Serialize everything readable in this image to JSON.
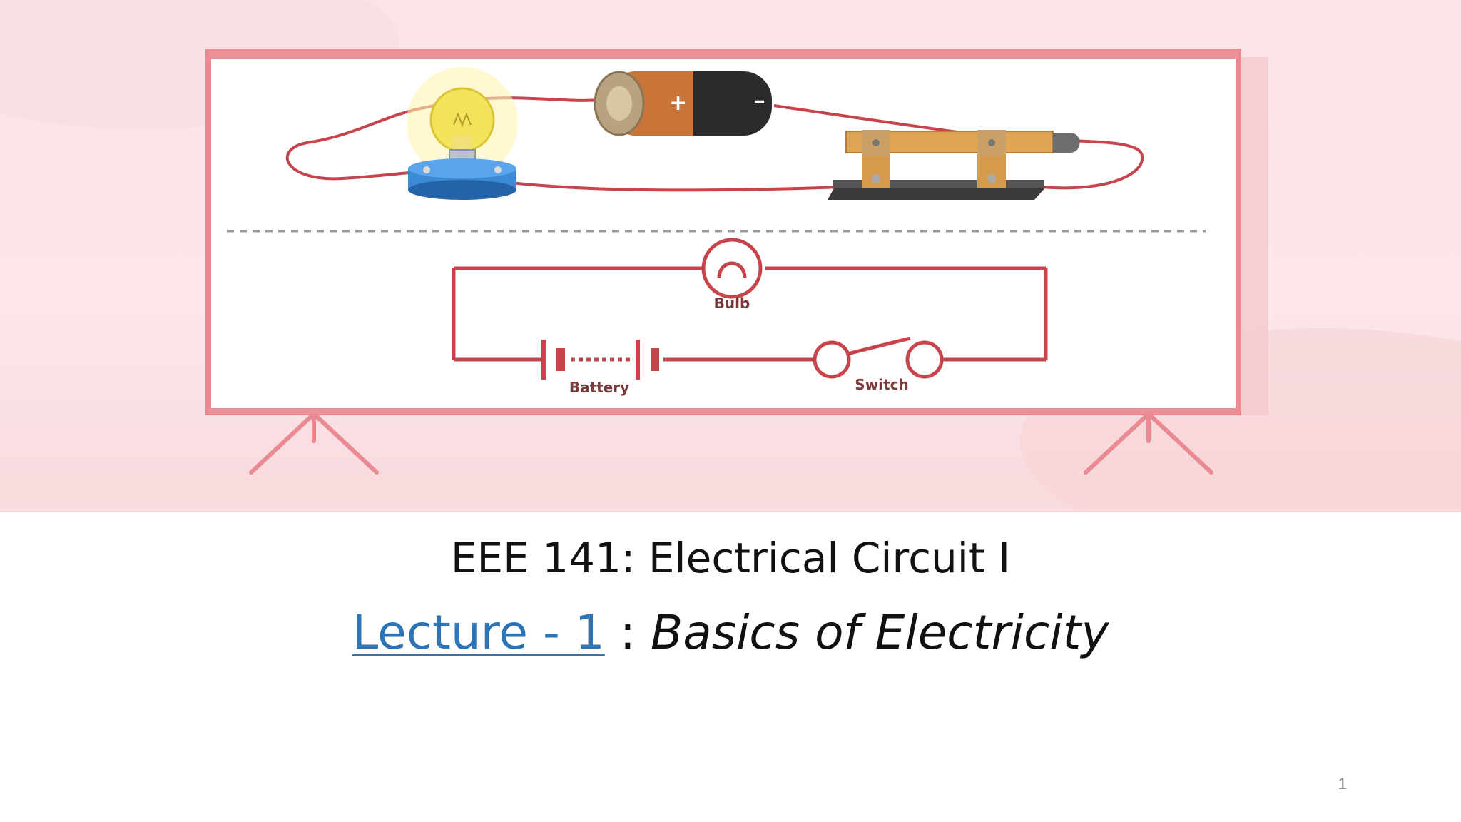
{
  "slide": {
    "course_title": "EEE 141: Electrical Circuit I",
    "lecture_link": "Lecture - 1",
    "separator": " : ",
    "lecture_topic": "Basics of Electricity",
    "page_number": "1"
  },
  "diagram": {
    "bulb_label": "Bulb",
    "battery_label": "Battery",
    "switch_label": "Switch",
    "battery_plus": "+",
    "battery_minus": "–"
  },
  "colors": {
    "wire": "#c8444c",
    "board_frame": "#e98a93",
    "hero_background": "#fbe3e6",
    "link": "#2e75b6"
  }
}
